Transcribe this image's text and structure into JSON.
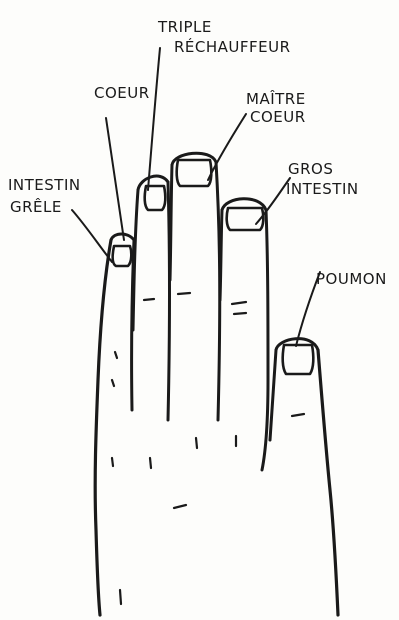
{
  "labels": {
    "triple_rechauffeur": [
      "TRIPLE",
      "RÉCHAUFFEUR"
    ],
    "coeur": "COEUR",
    "maitre_coeur": [
      "MAÎTRE",
      "COEUR"
    ],
    "intestin_grele": [
      "INTESTIN",
      "GRÊLE"
    ],
    "gros_intestin": [
      "GROS",
      "INTESTIN"
    ],
    "poumon": "POUMON"
  },
  "colors": {
    "ink": "#1a1a1a",
    "paper": "#fdfdfb"
  }
}
